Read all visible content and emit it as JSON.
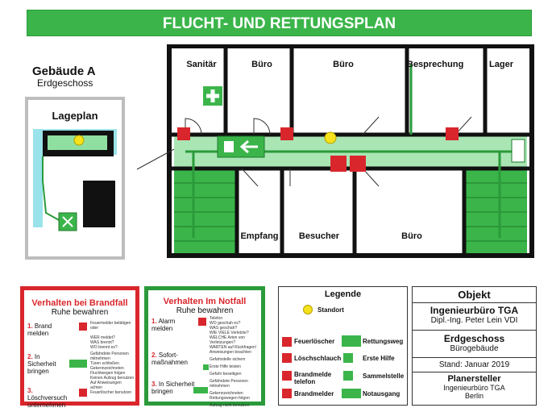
{
  "title": "FLUCHT- UND RETTUNGSPLAN",
  "building": {
    "name": "Gebäude A",
    "floor": "Erdgeschoss"
  },
  "lageplan": {
    "title": "Lageplan"
  },
  "rooms": {
    "sanitaer": "Sanitär",
    "buero1": "Büro",
    "buero2": "Büro",
    "besprechung": "Besprechung",
    "lager": "Lager",
    "empfang": "Empfang",
    "besucher": "Besucher",
    "buero3": "Büro"
  },
  "panel_fire": {
    "title": "Verhalten bei Brandfall",
    "subtitle": "Ruhe bewahren",
    "steps": [
      {
        "num": "1.",
        "label": "Brand melden",
        "detail": [
          "Feuermelder betätigen",
          "oder",
          "WER meldet?",
          "WAS brennt?",
          "WO brennt es?"
        ]
      },
      {
        "num": "2.",
        "label": "In Sicherheit bringen",
        "detail": [
          "Gefährdete Personen mitnehmen",
          "Türen schließen",
          "Gekennzeichneten Fluchtwegen folgen",
          "Keinen Aufzug benutzen",
          "Auf Anweisungen achten"
        ]
      },
      {
        "num": "3.",
        "label": "Löschversuch unternehmen",
        "detail": [
          "Feuerlöscher benutzen"
        ]
      }
    ]
  },
  "panel_emergency": {
    "title": "Verhalten Im Notfall",
    "subtitle": "Ruhe bewahren",
    "steps": [
      {
        "num": "1.",
        "label": "Alarm melden",
        "detail": [
          "Telefon",
          "WO geschah es?",
          "WAS geschah?",
          "WIE VIELE Verletzte?",
          "WELCHE Arten von Verletzungen?",
          "WARTEN auf Rückfragen!"
        ]
      },
      {
        "num": "2.",
        "label": "Sofort-maßnahmen",
        "detail": [
          "Anweisungen beachten",
          "Gefahrstelle sichern",
          "Erste Hilfe leisten",
          "Gefahr beseitigen"
        ]
      },
      {
        "num": "3.",
        "label": "In Sicherheit bringen",
        "detail": [
          "Gefährdete Personen mitnehmen",
          "Gekennzeichneten Rettungswegen folgen",
          "Aufzug nicht benutzen"
        ]
      }
    ]
  },
  "legend": {
    "title": "Legende",
    "standort": "Standort",
    "items_left": [
      "Feuerlöscher",
      "Löschschlauch",
      "Brandmelde telefon",
      "Brandmelder"
    ],
    "items_right": [
      "Rettungsweg",
      "Erste Hilfe",
      "Sammelstelle",
      "Notausgang"
    ]
  },
  "object": {
    "title": "Objekt",
    "company": "Ingenieurbüro TGA",
    "person": "Dipl.-Ing. Peter Lein VDI",
    "floor": "Erdgeschoss",
    "building_type": "Bürogebäude",
    "stand": "Stand: Januar 2019",
    "planer_title": "Planersteller",
    "planer_company": "Ingenieurbüro TGA",
    "planer_city": "Berlin"
  },
  "colors": {
    "green": "#3bb54a",
    "light_green": "#a9e6b4",
    "red": "#d9262c",
    "wall": "#111111",
    "standort": "#f5e11c"
  }
}
